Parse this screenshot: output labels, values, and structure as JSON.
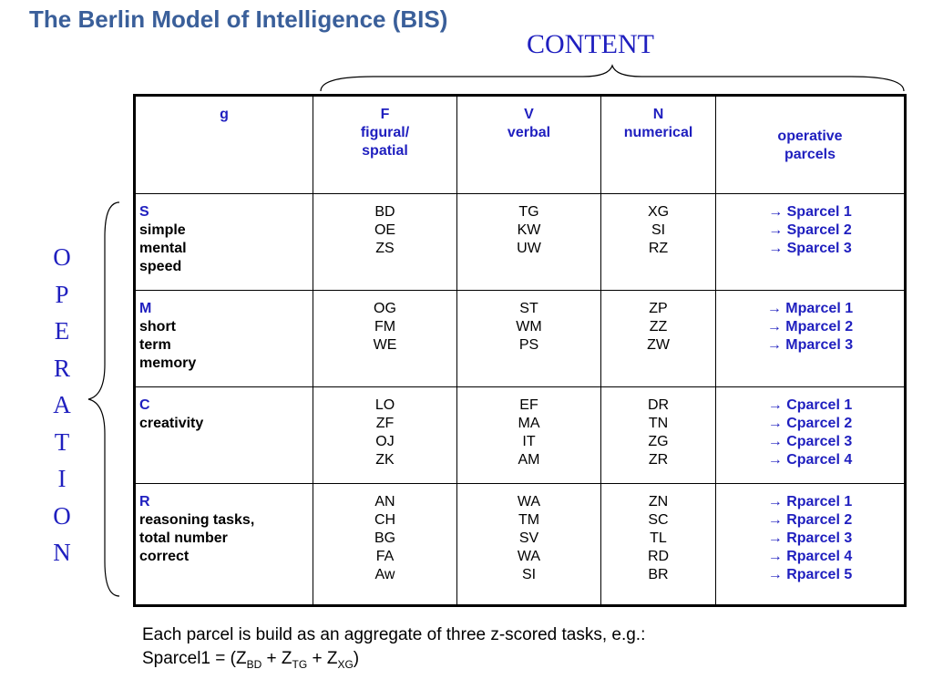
{
  "title": "The Berlin Model of Intelligence (BIS)",
  "content_label": "CONTENT",
  "operation_letters": [
    "O",
    "P",
    "E",
    "R",
    "A",
    "T",
    "I",
    "O",
    "N"
  ],
  "header": {
    "g": "g",
    "F": {
      "letter": "F",
      "line1": "figural/",
      "line2": "spatial"
    },
    "V": {
      "letter": "V",
      "line1": "verbal"
    },
    "N": {
      "letter": "N",
      "line1": "numerical"
    },
    "op": {
      "line1": "operative",
      "line2": "parcels"
    }
  },
  "rows": [
    {
      "letter": "S",
      "lines": [
        "simple",
        "mental",
        "speed"
      ],
      "F": [
        "BD",
        "OE",
        "ZS"
      ],
      "V": [
        "TG",
        "KW",
        "UW"
      ],
      "N": [
        "XG",
        "SI",
        "RZ"
      ],
      "parcels": [
        "→ Sparcel 1",
        "→ Sparcel 2",
        "→ Sparcel 3"
      ]
    },
    {
      "letter": "M",
      "lines": [
        "short",
        "term",
        "memory"
      ],
      "F": [
        "OG",
        "FM",
        "WE"
      ],
      "V": [
        "ST",
        "WM",
        "PS"
      ],
      "N": [
        "ZP",
        "ZZ",
        "ZW"
      ],
      "parcels": [
        "→ Mparcel 1",
        "→ Mparcel 2",
        "→ Mparcel 3"
      ]
    },
    {
      "letter": "C",
      "lines": [
        "creativity"
      ],
      "F": [
        "LO",
        "ZF",
        "OJ",
        "ZK"
      ],
      "V": [
        "EF",
        "MA",
        "IT",
        "AM"
      ],
      "N": [
        "DR",
        "TN",
        "ZG",
        "ZR"
      ],
      "parcels": [
        "→ Cparcel 1",
        "→ Cparcel 2",
        "→ Cparcel 3",
        "→ Cparcel 4"
      ]
    },
    {
      "letter": "R",
      "lines": [
        "reasoning tasks,",
        "total number",
        "correct"
      ],
      "F": [
        "AN",
        "CH",
        "BG",
        "FA",
        "Aw"
      ],
      "V": [
        "WA",
        "TM",
        "SV",
        "WA",
        "SI"
      ],
      "N": [
        "ZN",
        "SC",
        "TL",
        "RD",
        "BR"
      ],
      "parcels": [
        "→ Rparcel 1",
        "→ Rparcel 2",
        "→ Rparcel 3",
        "→ Rparcel 4",
        "→ Rparcel 5"
      ]
    }
  ],
  "note": {
    "line1": "Each parcel is build as an aggregate of three z-scored tasks, e.g.:",
    "prefix": "Sparcel1 = (Z",
    "sub1": "BD",
    "mid1": " + Z",
    "sub2": "TG",
    "mid2": " + Z",
    "sub3": "XG",
    "suffix": ")"
  },
  "colors": {
    "title": "#3a5f9a",
    "accent": "#1f1fbf",
    "text": "#000000"
  }
}
